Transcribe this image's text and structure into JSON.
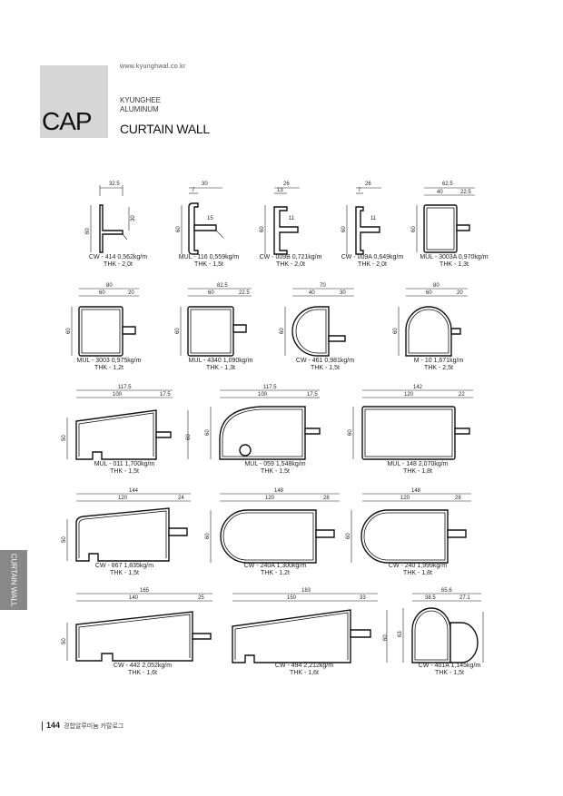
{
  "header": {
    "url": "www.kyunghwal.co.kr",
    "section": "CAP",
    "brand_line1": "KYUNGHEE",
    "brand_line2": "ALUMINUM",
    "title": "CURTAIN WALL"
  },
  "side_tab": "CURTAIN WALL",
  "footer": {
    "page": "144",
    "text": "경합알루미늄 카탈로그"
  },
  "profiles": [
    {
      "code": "CW - 414  0,562kg/m",
      "thk": "THK - 2,0t",
      "dims": {
        "w": "32.5",
        "h": "60",
        "d1": "30"
      }
    },
    {
      "code": "MUL - 116  0,559kg/m",
      "thk": "THK - 1,5t",
      "dims": {
        "w": "30",
        "w2": "7",
        "h": "60",
        "d1": "15"
      }
    },
    {
      "code": "CW - 009B  0,721kg/m",
      "thk": "THK - 2,0t",
      "dims": {
        "w": "26",
        "w2": "13",
        "h": "60",
        "d1": "11"
      }
    },
    {
      "code": "CW - 009A  0,649kg/m",
      "thk": "THK - 2,0t",
      "dims": {
        "w": "26",
        "w2": "7",
        "h": "60",
        "d1": "11"
      }
    },
    {
      "code": "MUL - 3003A  0,970kg/m",
      "thk": "THK - 1,3t",
      "dims": {
        "w": "62.5",
        "w2": "40",
        "w3": "22.5",
        "h": "60"
      }
    },
    {
      "code": "MUL - 3003  0,975kg/m",
      "thk": "THK - 1,2t",
      "dims": {
        "w": "80",
        "w2": "60",
        "w3": "20",
        "h": "60"
      }
    },
    {
      "code": "MUL - 4340  1,090kg/m",
      "thk": "THK - 1,3t",
      "dims": {
        "w": "82.5",
        "w2": "60",
        "w3": "22.5",
        "h": "60"
      }
    },
    {
      "code": "CW - 461  0,981kg/m",
      "thk": "THK - 1,5t",
      "dims": {
        "w": "70",
        "w2": "40",
        "w3": "30",
        "h": "60"
      }
    },
    {
      "code": "M - 10  1,671kg/m",
      "thk": "THK - 2,5t",
      "dims": {
        "w": "80",
        "w2": "60",
        "w3": "20",
        "h": "60"
      }
    },
    {
      "code": "MUL - 011  1,700kg/m",
      "thk": "THK - 1,5t",
      "dims": {
        "w": "117.5",
        "w2": "100",
        "w3": "17.5",
        "h": "50",
        "h2": "60"
      }
    },
    {
      "code": "MUL - 059  1,548kg/m",
      "thk": "THK - 1,5t",
      "dims": {
        "w": "117.5",
        "w2": "100",
        "w3": "17.5",
        "h": "60"
      }
    },
    {
      "code": "MUL - 148  2,070kg/m",
      "thk": "THK - 1,8t",
      "dims": {
        "w": "142",
        "w2": "120",
        "w3": "22",
        "h": "60"
      }
    },
    {
      "code": "CW - 867  1,835kg/m",
      "thk": "THK - 1,5t",
      "dims": {
        "w": "144",
        "w2": "120",
        "w3": "24",
        "h": "50"
      }
    },
    {
      "code": "CW - 240A  1,300kg/m",
      "thk": "THK - 1,2t",
      "dims": {
        "w": "148",
        "w2": "120",
        "w3": "28",
        "h": "60"
      }
    },
    {
      "code": "CW - 240  1,999kg/m",
      "thk": "THK - 1,8t",
      "dims": {
        "w": "148",
        "w2": "120",
        "w3": "28",
        "h": "60"
      }
    },
    {
      "code": "CW - 442  2,052kg/m",
      "thk": "THK - 1,6t",
      "dims": {
        "w": "165",
        "w2": "140",
        "w3": "25",
        "h": "50"
      }
    },
    {
      "code": "CW - 494  2,212kg/m",
      "thk": "THK - 1,6t",
      "dims": {
        "w": "183",
        "w2": "150",
        "w3": "33",
        "h": "60"
      }
    },
    {
      "code": "CW - 401A  1,145kg/m",
      "thk": "THK - 1,5t",
      "dims": {
        "w": "65.6",
        "w2": "38.5",
        "w3": "27.1",
        "h": "63"
      }
    }
  ]
}
